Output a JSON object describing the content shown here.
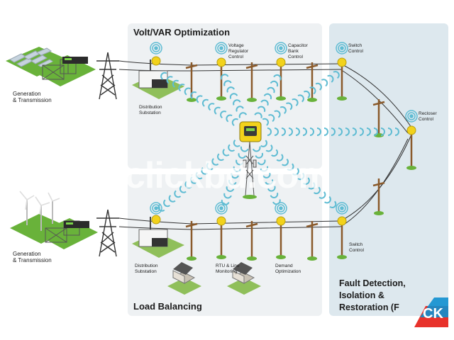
{
  "panels": {
    "volt_var_title": "Volt/VAR Optimization",
    "load_balancing_title": "Load Balancing",
    "fdir_title": "Fault Detection, Isolation & Restoration (F"
  },
  "labels": {
    "generation_top_line1": "Generation",
    "generation_top_line2": "& Transmission",
    "generation_bottom_line1": "Generation",
    "generation_bottom_line2": "& Transmission",
    "dist_sub_top_line1": "Distribution",
    "dist_sub_top_line2": "Substation",
    "dist_sub_bottom_line1": "Distribution",
    "dist_sub_bottom_line2": "Substation",
    "voltage_reg_line1": "Voltage",
    "voltage_reg_line2": "Regulator",
    "voltage_reg_line3": "Control",
    "cap_bank_line1": "Capacitor",
    "cap_bank_line2": "Bank",
    "cap_bank_line3": "Control",
    "switch_top_line1": "Switch",
    "switch_top_line2": "Control",
    "recloser_line1": "Recloser",
    "recloser_line2": "Control",
    "switch_bottom_line1": "Switch",
    "switch_bottom_line2": "Control",
    "rtu_line1": "RTU & Line",
    "rtu_line2": "Monitoring",
    "demand_line1": "Demand",
    "demand_line2": "Optimization"
  },
  "fdir_lines": [
    "Fault Detection,",
    "Isolation &",
    "Restoration (F"
  ],
  "watermark": "clickbd.com",
  "logo_text": "CK",
  "colors": {
    "panel_fill": "#eef1f3",
    "fdir_fill": "#dde8ee",
    "wave_color": "#5fbcd3",
    "device_yellow": "#f2d21b",
    "pole_brown": "#8a5a2b",
    "grass": "#69b23a",
    "logo_red": "#e8322b"
  }
}
